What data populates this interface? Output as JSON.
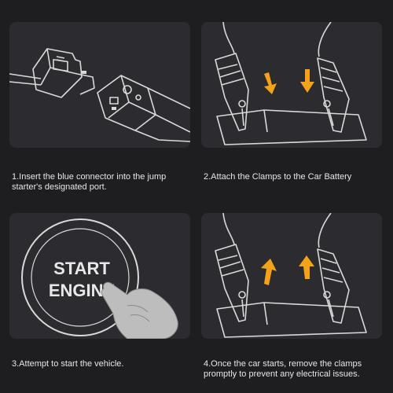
{
  "steps": [
    {
      "caption": "1.Insert the blue connector into the jump starter's designated port."
    },
    {
      "caption": "2.Attach the Clamps to the Car Battery"
    },
    {
      "caption": "3.Attempt to start the vehicle."
    },
    {
      "caption": "4.Once the car starts, remove the clamps promptly to prevent any electrical issues."
    }
  ],
  "button": {
    "line1": "START",
    "line2": "ENGINE"
  },
  "colors": {
    "background": "#1e1e21",
    "panel": "#2c2c30",
    "line": "#d9d9d9",
    "arrow": "#f5a21b"
  }
}
